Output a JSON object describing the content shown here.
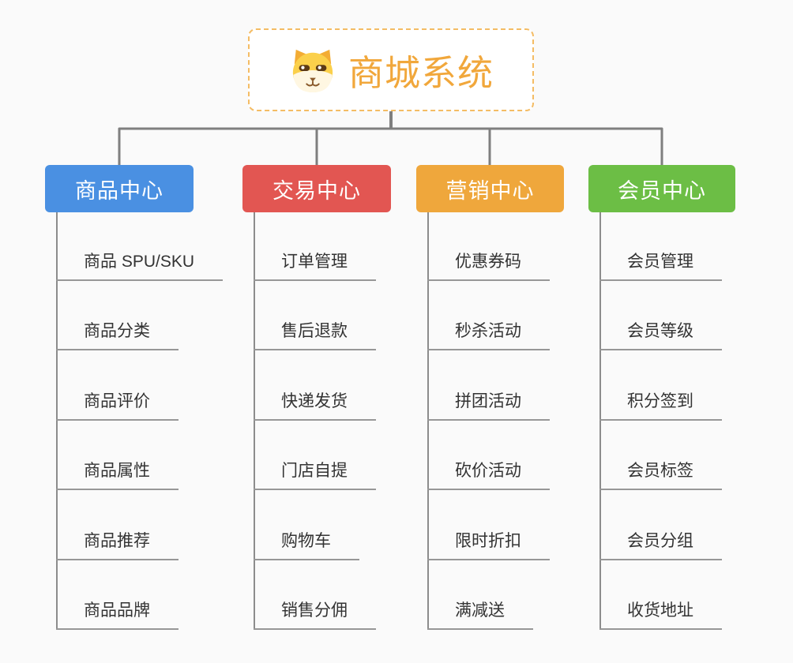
{
  "canvas": {
    "background": "#fafafa"
  },
  "lines": {
    "connector_color": "#7f7f7f",
    "trunk_color": "#8c8c8c",
    "underline_color": "#979797"
  },
  "root": {
    "title": "商城系统",
    "icon": "shiba-dog-icon",
    "text_color": "#F1A73B",
    "border_color": "#F4BC64",
    "background": "#ffffff"
  },
  "branches": [
    {
      "label": "商品中心",
      "color": "#4A90E2",
      "children": [
        "商品 SPU/SKU",
        "商品分类",
        "商品评价",
        "商品属性",
        "商品推荐",
        "商品品牌"
      ]
    },
    {
      "label": "交易中心",
      "color": "#E25652",
      "children": [
        "订单管理",
        "售后退款",
        "快递发货",
        "门店自提",
        "购物车",
        "销售分佣"
      ]
    },
    {
      "label": "营销中心",
      "color": "#EFA73C",
      "children": [
        "优惠券码",
        "秒杀活动",
        "拼团活动",
        "砍价活动",
        "限时折扣",
        "满减送"
      ]
    },
    {
      "label": "会员中心",
      "color": "#6CBE45",
      "children": [
        "会员管理",
        "会员等级",
        "积分签到",
        "会员标签",
        "会员分组",
        "收货地址"
      ]
    }
  ]
}
